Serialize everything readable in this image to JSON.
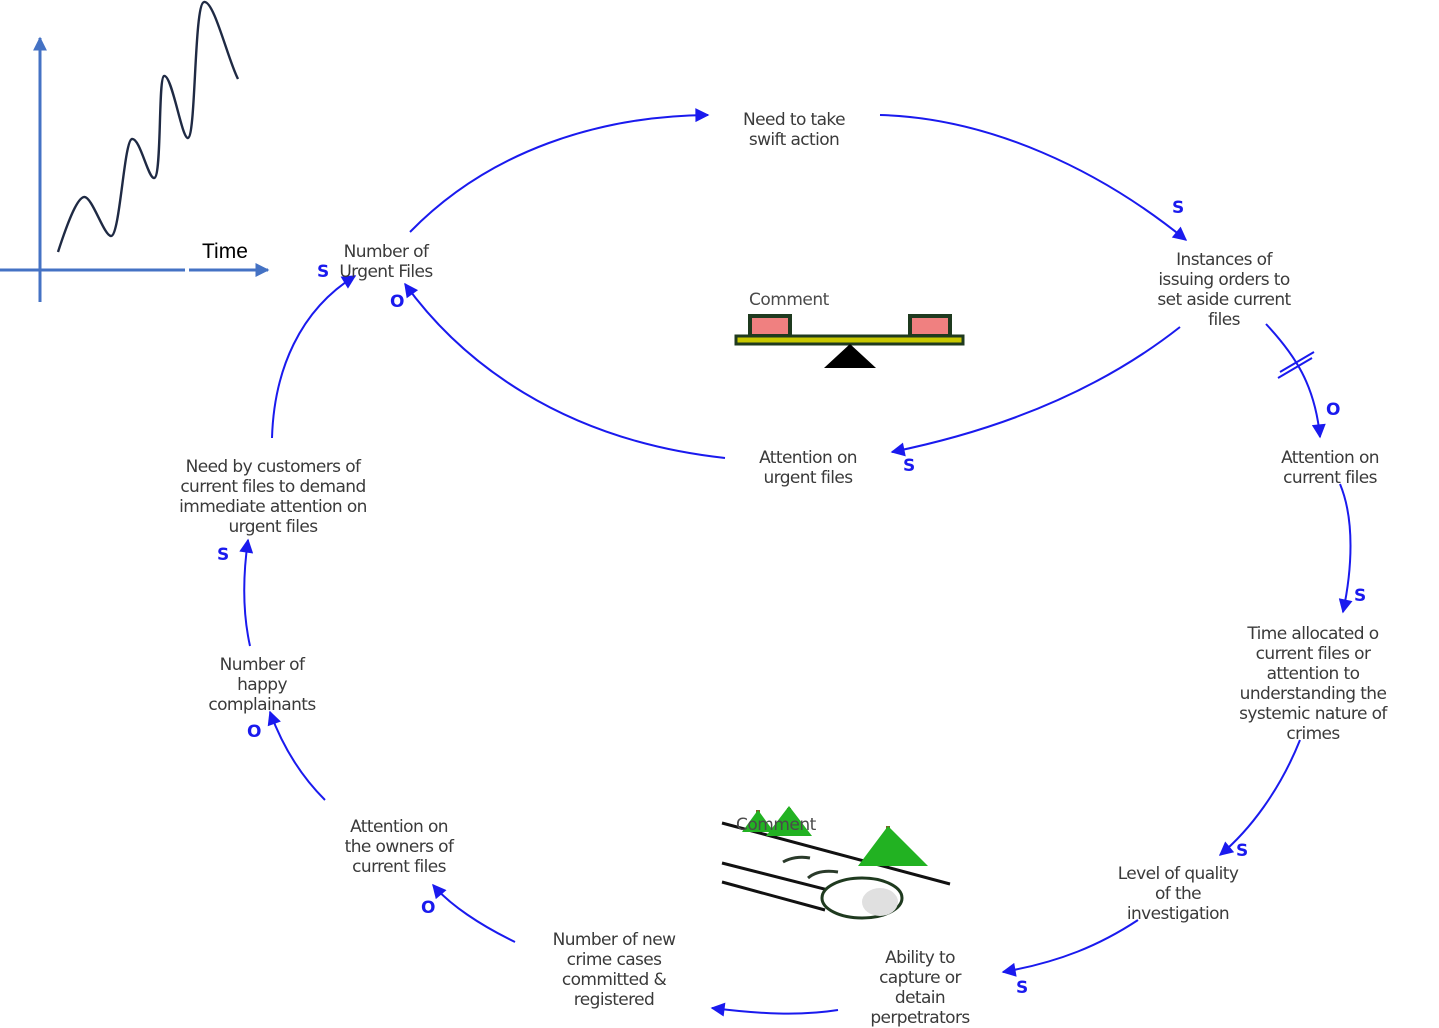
{
  "inset_graph": {
    "x_axis_label": "Time",
    "description": "oscillating growth behaviour over time",
    "axis_color": "#4472c4",
    "curve_color": "#1f2a44"
  },
  "colors": {
    "link": "#1a1aee",
    "text": "#3a3a3a",
    "seesaw_pad": "#f08080",
    "seesaw_beam": "#c8c800",
    "tree": "#22b222",
    "trunk": "#8b5a2b"
  },
  "nodes": [
    {
      "id": "urgent_files",
      "label": "Number of\nUrgent Files"
    },
    {
      "id": "swift_action",
      "label": "Need to take\nswift action"
    },
    {
      "id": "issuing_orders",
      "label": "Instances of\nissuing orders to\nset aside current\nfiles"
    },
    {
      "id": "attn_urgent",
      "label": "Attention on\nurgent files"
    },
    {
      "id": "attn_current",
      "label": "Attention on\ncurrent files"
    },
    {
      "id": "time_allocated",
      "label": "Time allocated o\ncurrent files or\nattention to\nunderstanding the\nsystemic nature of\ncrimes"
    },
    {
      "id": "quality",
      "label": "Level of quality\nof the\ninvestigation"
    },
    {
      "id": "ability_capture",
      "label": "Ability to\ncapture or\ndetain\nperpetrators"
    },
    {
      "id": "new_cases",
      "label": "Number of new\ncrime cases\ncommitted &\nregistered"
    },
    {
      "id": "attn_owners",
      "label": "Attention on\nthe owners of\ncurrent files"
    },
    {
      "id": "happy_complainants",
      "label": "Number of\nhappy\ncomplainants"
    },
    {
      "id": "customer_demand",
      "label": "Need by customers of\ncurrent files to demand\nimmediate attention on\nurgent files"
    }
  ],
  "links": [
    {
      "from": "urgent_files",
      "to": "swift_action",
      "polarity": ""
    },
    {
      "from": "swift_action",
      "to": "issuing_orders",
      "polarity": "S"
    },
    {
      "from": "issuing_orders",
      "to": "attn_urgent",
      "polarity": "S"
    },
    {
      "from": "attn_urgent",
      "to": "urgent_files",
      "polarity": "O"
    },
    {
      "from": "issuing_orders",
      "to": "attn_current",
      "polarity": "O",
      "delay": true
    },
    {
      "from": "attn_current",
      "to": "time_allocated",
      "polarity": "S"
    },
    {
      "from": "time_allocated",
      "to": "quality",
      "polarity": "S"
    },
    {
      "from": "quality",
      "to": "ability_capture",
      "polarity": "S"
    },
    {
      "from": "ability_capture",
      "to": "new_cases",
      "polarity": ""
    },
    {
      "from": "new_cases",
      "to": "attn_owners",
      "polarity": "O"
    },
    {
      "from": "attn_owners",
      "to": "happy_complainants",
      "polarity": "O"
    },
    {
      "from": "happy_complainants",
      "to": "customer_demand",
      "polarity": "S"
    },
    {
      "from": "customer_demand",
      "to": "urgent_files",
      "polarity": "S"
    }
  ],
  "loop_markers": [
    {
      "type": "balancing",
      "icon": "seesaw-icon",
      "label": "Comment"
    },
    {
      "type": "reinforcing",
      "icon": "snowball-icon",
      "label": "Comment"
    }
  ]
}
